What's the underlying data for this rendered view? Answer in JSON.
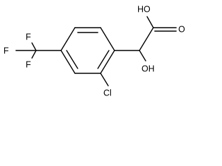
{
  "molecule": {
    "atoms": {
      "f_top": "F",
      "f_left": "F",
      "f_bottom": "F",
      "cl": "Cl",
      "oh_acid": "HO",
      "o_carbonyl": "O",
      "oh_alpha": "OH"
    }
  }
}
